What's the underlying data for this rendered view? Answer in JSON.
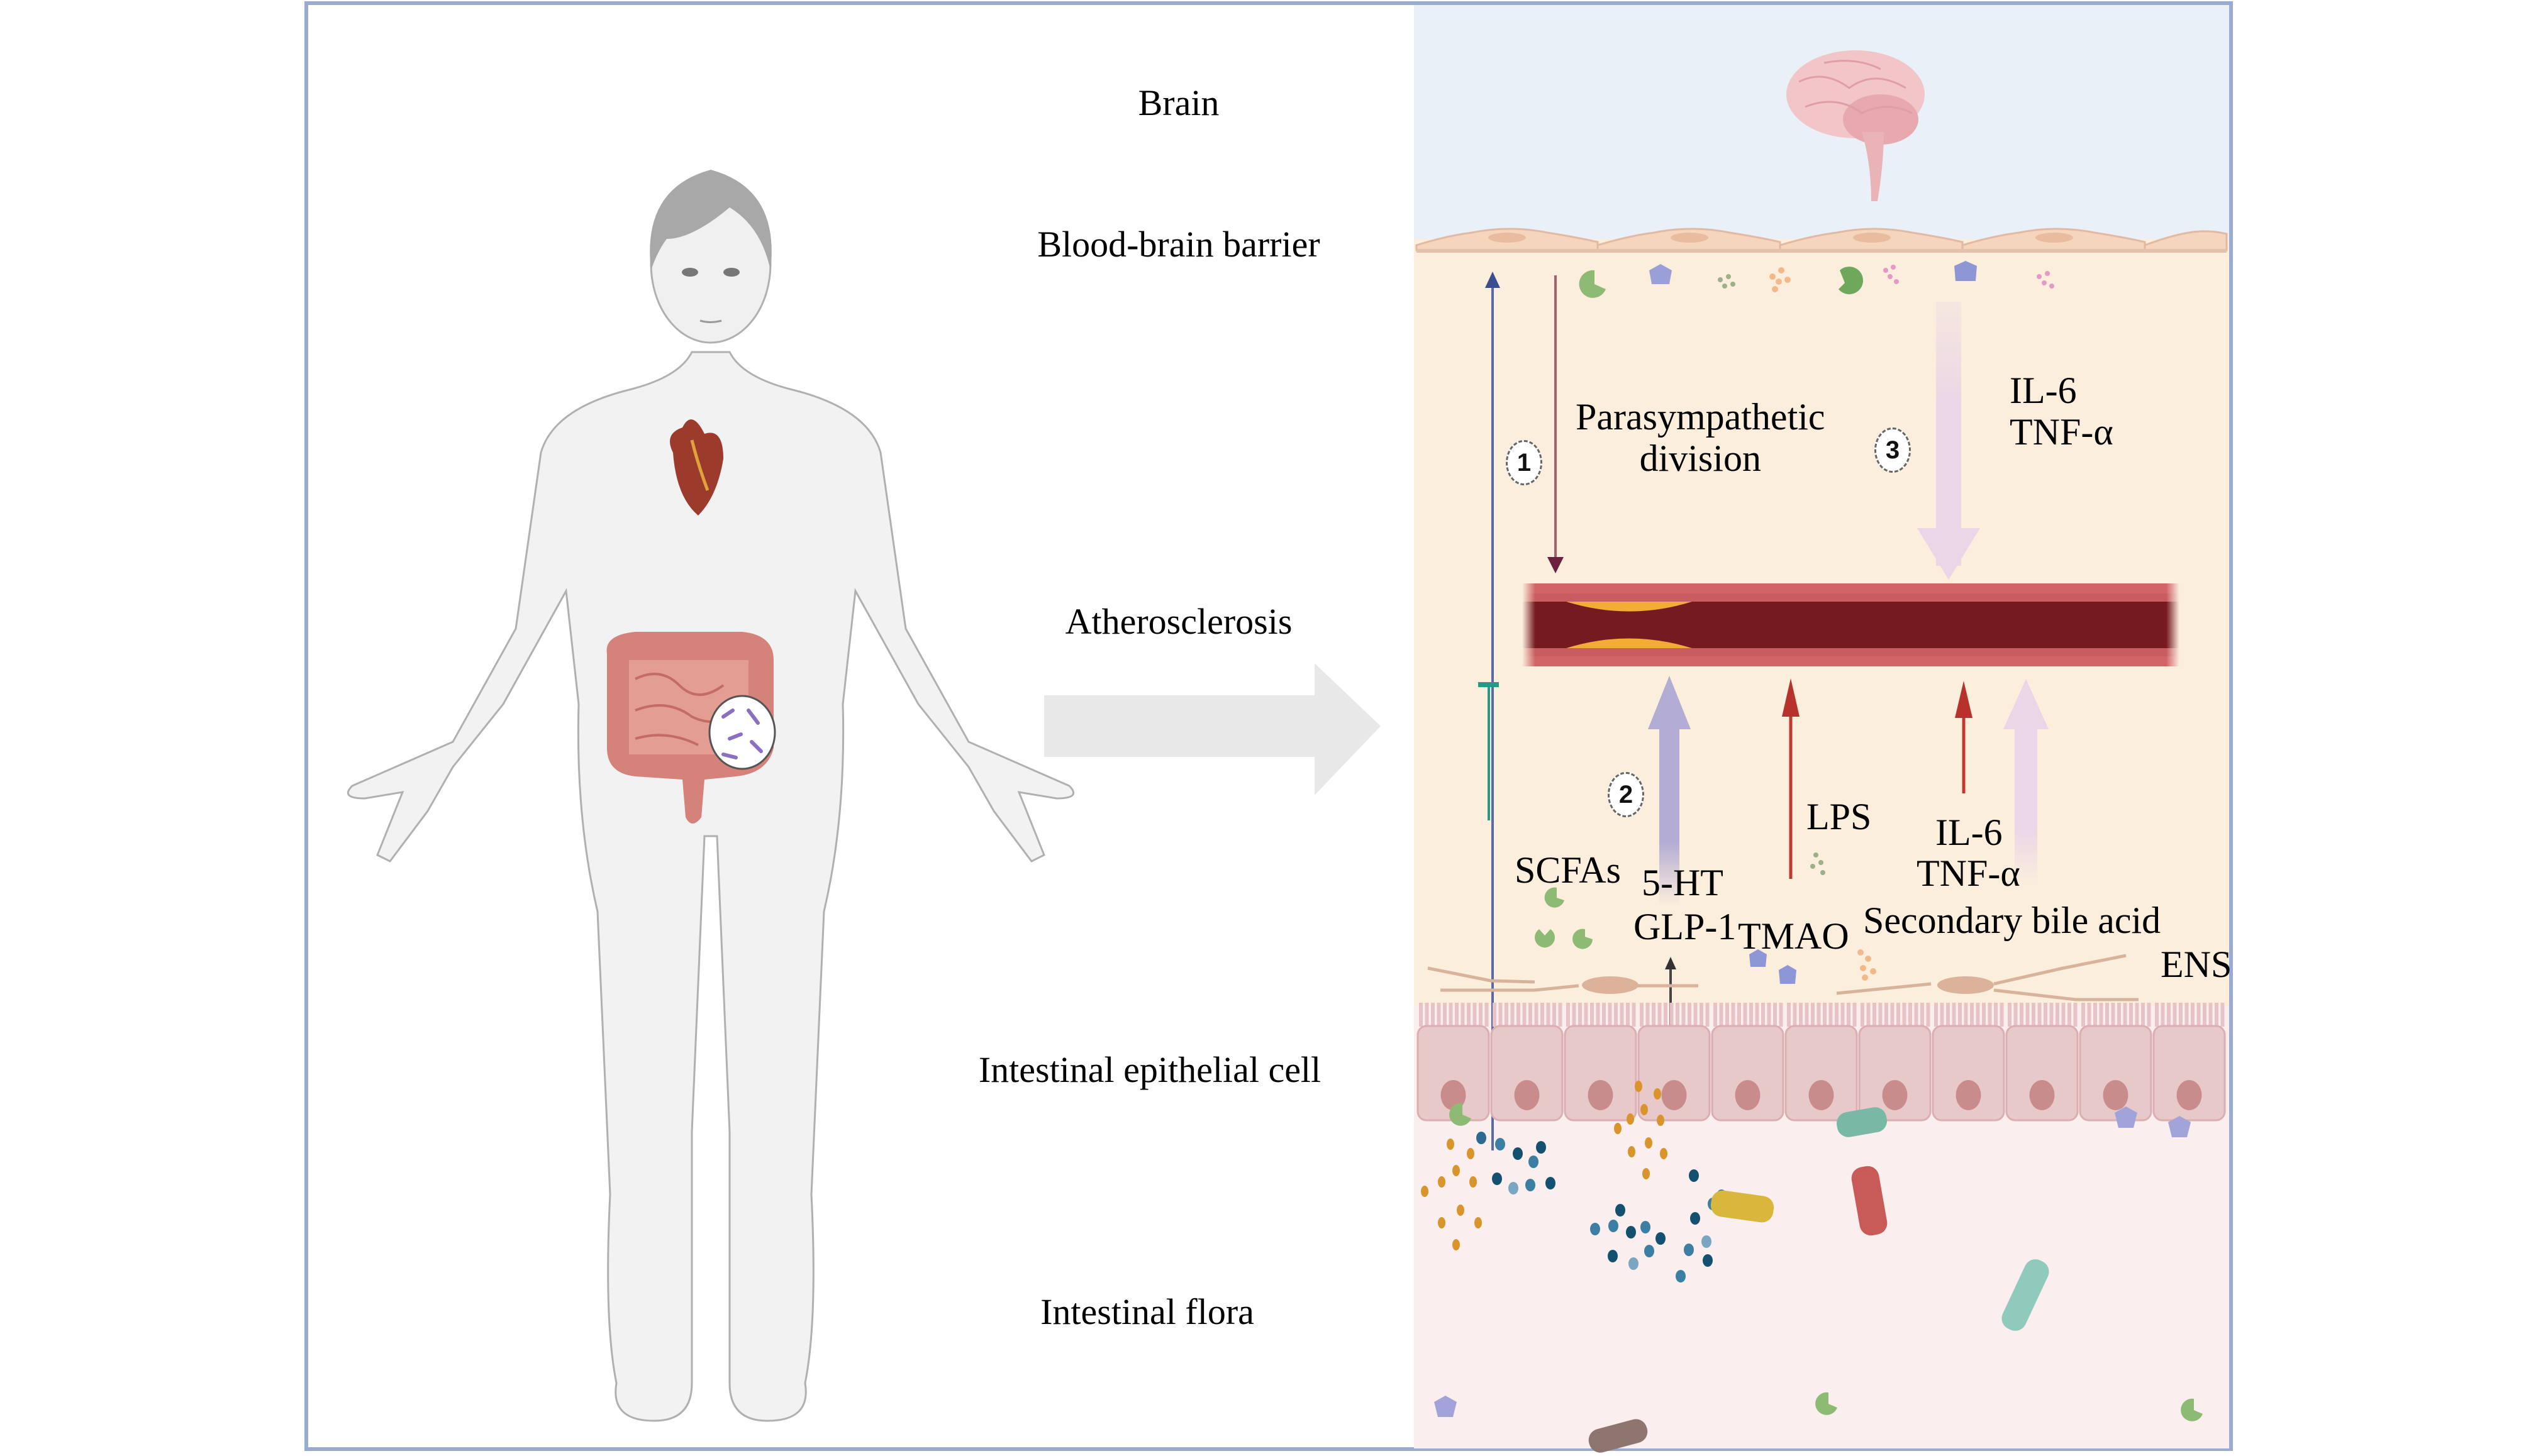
{
  "labels": {
    "brain": "Brain",
    "bbb": "Blood-brain barrier",
    "atherosclerosis": "Atherosclerosis",
    "epithelial": "Intestinal epithelial cell",
    "flora": "Intestinal flora"
  },
  "pathways": {
    "p1": {
      "number": "1",
      "text_line1": "Parasympathetic",
      "text_line2": "division"
    },
    "p2": {
      "number": "2"
    },
    "p3": {
      "number": "3",
      "text_line1": "IL-6",
      "text_line2": "TNF-α"
    }
  },
  "mediators": {
    "scfas": "SCFAs",
    "ht5": "5-HT",
    "glp1": "GLP-1",
    "tmao": "TMAO",
    "lps": "LPS",
    "il6": "IL-6",
    "tnfa": "TNF-α",
    "bile": "Secondary bile acid",
    "ens": "ENS"
  },
  "colors": {
    "frame": "#9aabd2",
    "brain_zone": "#eaf0f8",
    "blood_zone": "#fbeedd",
    "flora_zone": "#fbeeee",
    "vessel_dark": "#751a1e",
    "vessel_wall": "#d26468",
    "plaque": "#f2ad34",
    "arrow_blue": "#5a6aa8",
    "arrow_maroon": "#8a3c5c",
    "arrow_red": "#c0392f",
    "arrow_lavender": "#b3acd4",
    "arrow_pink": "#ead6e6",
    "inhibit_teal": "#249a8a"
  }
}
